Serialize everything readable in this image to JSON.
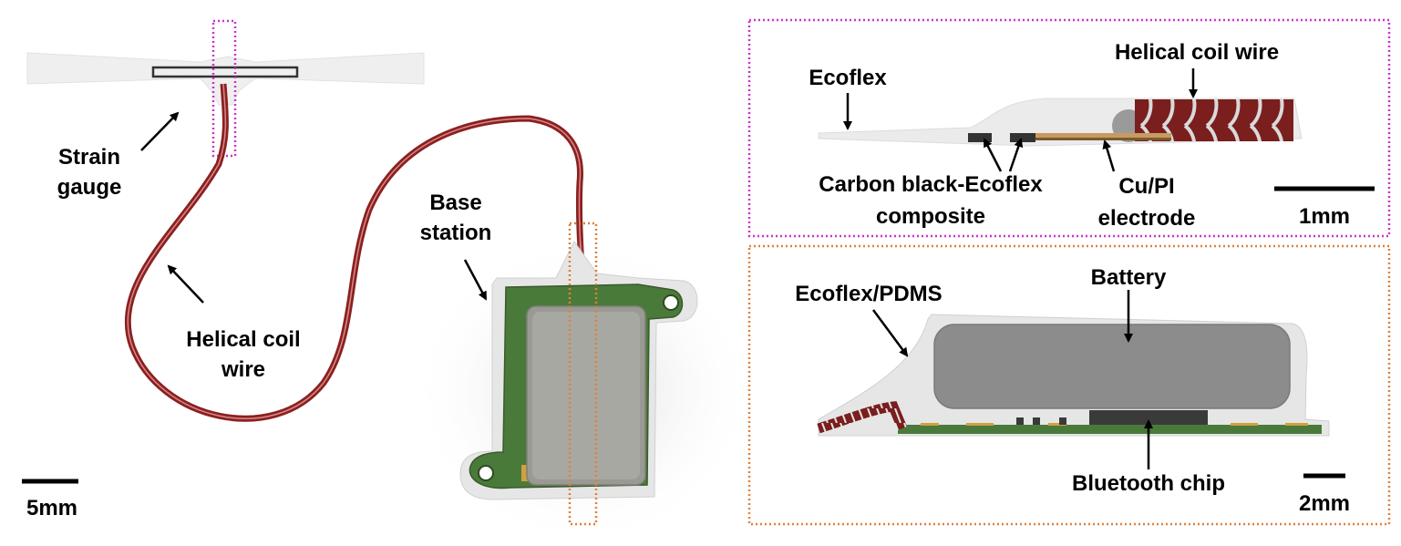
{
  "overview": {
    "strain_gauge_label": [
      "Strain",
      "gauge"
    ],
    "coil_label": [
      "Helical coil",
      "wire"
    ],
    "base_label": [
      "Base",
      "station"
    ],
    "scale_label": "5mm"
  },
  "inset_top": {
    "ecoflex_label": "Ecoflex",
    "coil_label": "Helical coil wire",
    "carbon_label": [
      "Carbon black-Ecoflex",
      "composite"
    ],
    "electrode_label": [
      "Cu/PI",
      "electrode"
    ],
    "scale_label": "1mm"
  },
  "inset_bottom": {
    "encap_label": "Ecoflex/PDMS",
    "battery_label": "Battery",
    "chip_label": "Bluetooth chip",
    "scale_label": "2mm"
  },
  "colors": {
    "magenta_frame": "#cc33cc",
    "orange_frame": "#e0803a",
    "coil_red": "#8b2020",
    "pcb_green": "#4a7a3a",
    "gel_grey": "#e6e6e6",
    "battery_grey": "#8c8c8c"
  }
}
